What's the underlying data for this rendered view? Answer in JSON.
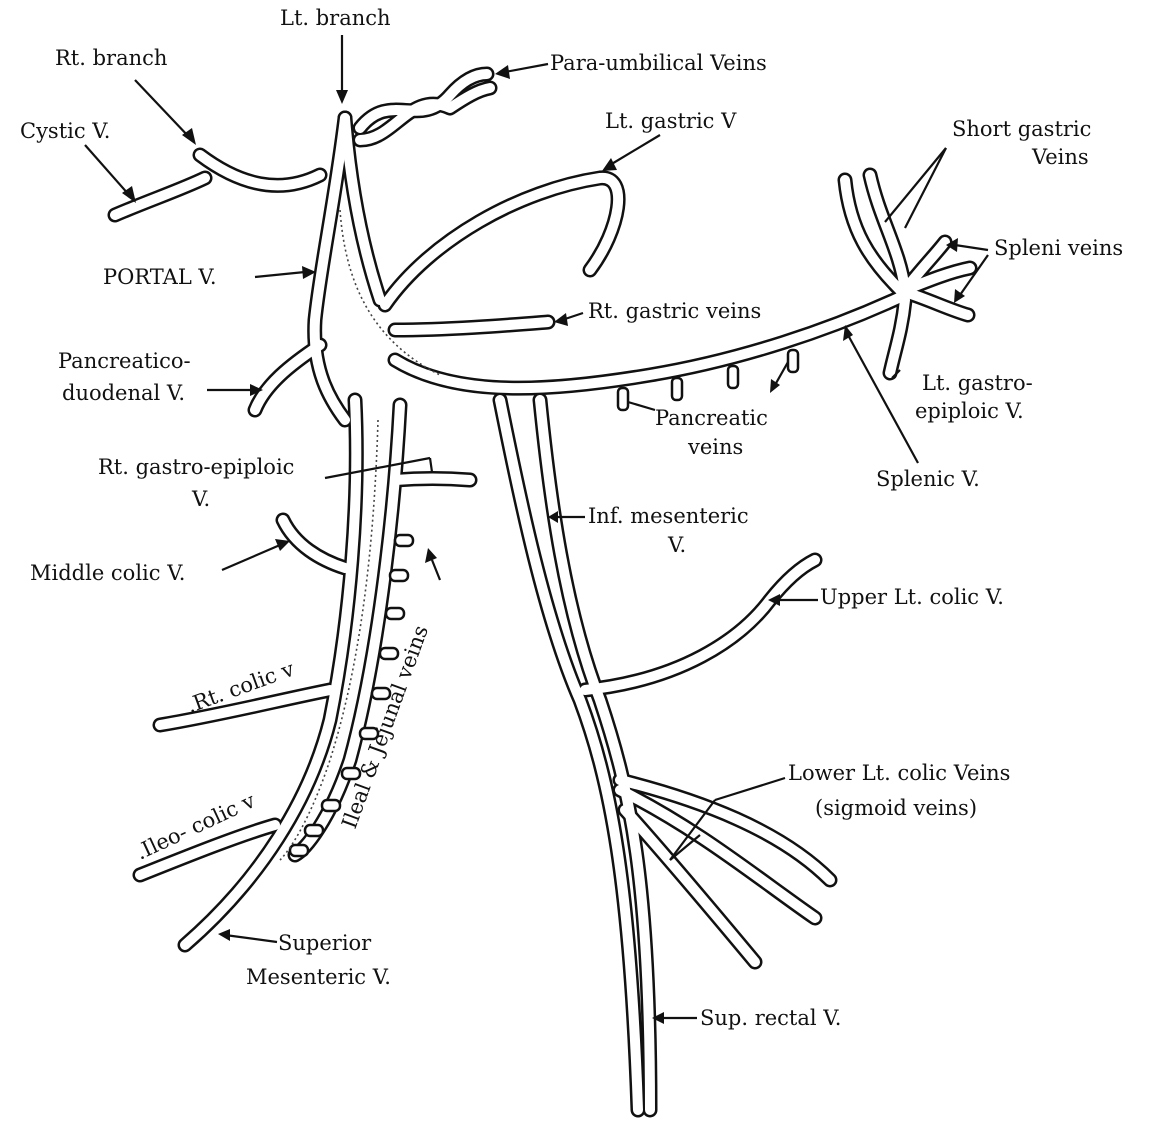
{
  "labels": {
    "lt_branch": "Lt. branch",
    "rt_branch": "Rt. branch",
    "para_umbilical": "Para-umbilical Veins",
    "cystic": "Cystic V.",
    "lt_gastric": "Lt. gastric V",
    "short_gastric_1": "Short gastric",
    "short_gastric_2": "Veins",
    "spleni": "Spleni veins",
    "portal": "PORTAL V.",
    "rt_gastric": "Rt. gastric veins",
    "pancreatico_1": "Pancreatico-",
    "pancreatico_2": "duodenal V.",
    "lt_gastro_1": "Lt. gastro-",
    "lt_gastro_2": "epiploic V.",
    "pancreatic_1": "Pancreatic",
    "pancreatic_2": "veins",
    "rt_gastro_1": "Rt. gastro-epiploic",
    "rt_gastro_2": "V.",
    "splenic": "Splenic V.",
    "inf_mes_1": "Inf. mesenteric",
    "inf_mes_2": "V.",
    "middle_colic": "Middle colic V.",
    "upper_lt_colic": "Upper Lt. colic V.",
    "rt_colic": ".Rt. colic v",
    "ileal_jejunal": "Ileal & Jejunal veins",
    "lower_lt_colic_1": "Lower Lt. colic Veins",
    "lower_lt_colic_2": "(sigmoid veins)",
    "ileo_colic": ".Ileo- colic v",
    "superior_1": "Superior",
    "superior_2": "Mesenteric V.",
    "sup_rectal": "Sup. rectal V."
  }
}
